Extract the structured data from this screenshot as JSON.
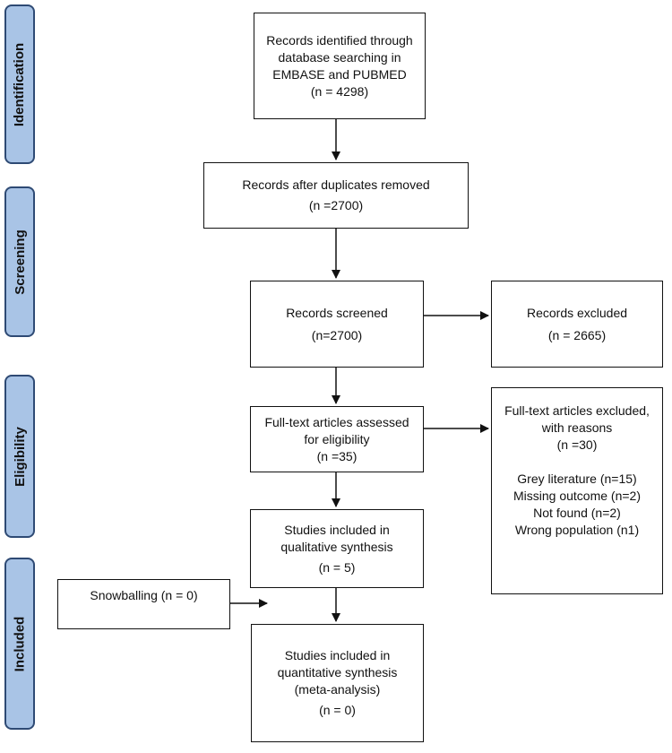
{
  "stages": {
    "identification": "Identification",
    "screening": "Screening",
    "eligibility": "Eligibility",
    "included": "Included"
  },
  "boxes": {
    "identified": {
      "line1": "Records identified through",
      "line2": "database searching in",
      "line3": "EMBASE and PUBMED",
      "count": "(n = 4298)"
    },
    "duplicates_removed": {
      "line1": "Records after duplicates removed",
      "count": "(n =2700)"
    },
    "screened": {
      "line1": "Records screened",
      "count": "(n=2700)"
    },
    "excluded": {
      "line1": "Records excluded",
      "count": "(n = 2665)"
    },
    "fulltext_assessed": {
      "line1": "Full-text articles assessed",
      "line2": "for eligibility",
      "count": "(n =35)"
    },
    "fulltext_excluded": {
      "line1": "Full-text articles excluded,",
      "line2": "with reasons",
      "count": "(n =30)",
      "reasons": [
        "Grey literature (n=15)",
        "Missing outcome (n=2)",
        "Not found (n=2)",
        "Wrong population (n1)"
      ]
    },
    "qualitative": {
      "line1": "Studies included in",
      "line2": "qualitative synthesis",
      "count": "(n = 5)"
    },
    "snowballing": {
      "line1": "Snowballing (n = 0)"
    },
    "quantitative": {
      "line1": "Studies included in",
      "line2": "quantitative synthesis",
      "line3": "(meta-analysis)",
      "count": "(n = 0)"
    }
  },
  "colors": {
    "stage_fill": "#a9c4e6",
    "stage_border": "#2e4a74",
    "line": "#111111"
  }
}
